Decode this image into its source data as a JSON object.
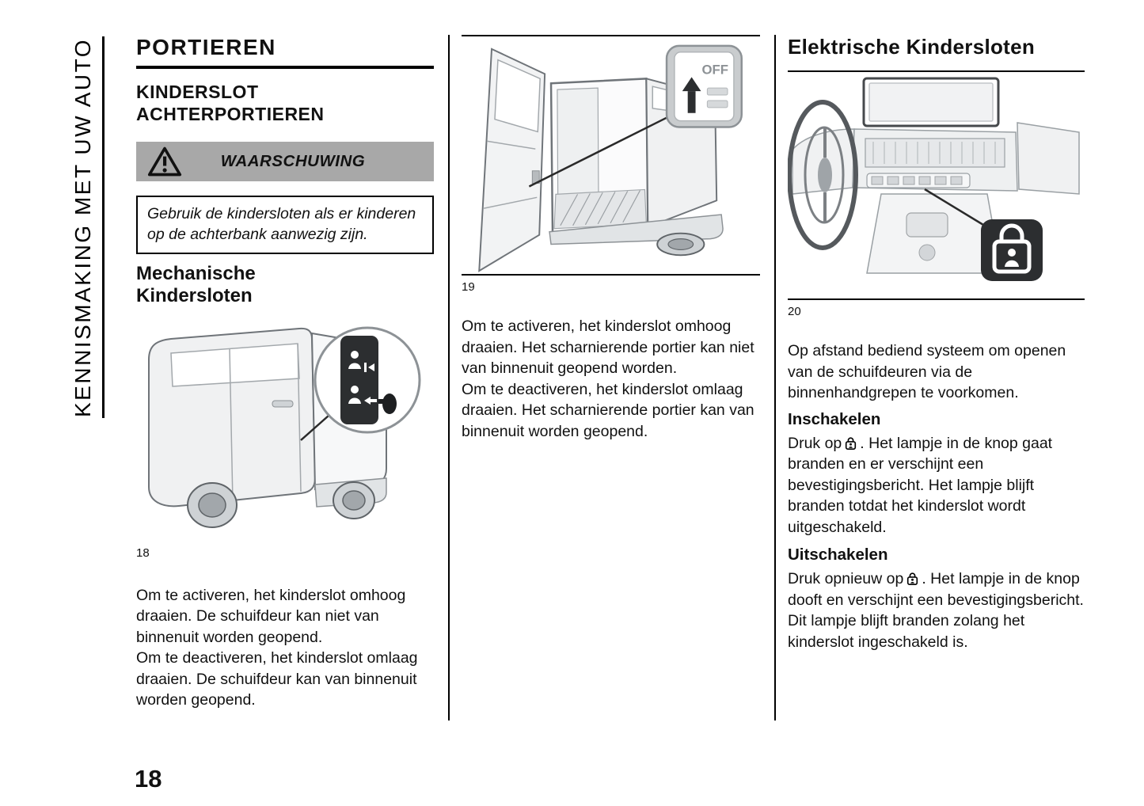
{
  "page": {
    "number": "18",
    "sidebar_label": "KENNISMAKING MET UW AUTO"
  },
  "icons": {
    "warning": "warning-triangle-icon",
    "child_lock_button": "child-lock-button-icon"
  },
  "doors": {
    "title": "PORTIEREN",
    "subtitle": "KINDERSLOT\nACHTERPORTIEREN",
    "warning": {
      "label": "WAARSCHUWING",
      "note": "Gebruik de kindersloten als er kinderen op de achterbank aanwezig zijn."
    },
    "mechanical": {
      "heading": "Mechanische\nKindersloten",
      "figure_number": "18",
      "body": "Om te activeren, het kinderslot omhoog draaien. De schuifdeur kan niet van binnenuit worden geopend.\nOm te deactiveren, het kinderslot omlaag draaien. De schuifdeur kan van binnenuit worden geopend."
    },
    "hinged": {
      "figure_number": "19",
      "figure_off_label": "OFF",
      "body": "Om te activeren, het kinderslot omhoog draaien. Het scharnierende portier kan niet van binnenuit geopend worden.\nOm te deactiveren, het kinderslot omlaag draaien. Het scharnierende portier kan van binnenuit worden geopend."
    },
    "electric": {
      "heading": "Elektrische Kindersloten",
      "figure_number": "20",
      "intro": "Op afstand bediend systeem om openen van de schuifdeuren via de binnenhandgrepen te voorkomen.",
      "enable_heading": "Inschakelen",
      "enable_before_icon": "Druk op",
      "enable_after_icon": ". Het lampje in de knop gaat branden en er verschijnt een bevestigingsbericht. Het lampje blijft branden totdat het kinderslot wordt uitgeschakeld.",
      "disable_heading": "Uitschakelen",
      "disable_before_icon": "Druk opnieuw op",
      "disable_after_icon": ". Het lampje in de knop dooft en verschijnt een bevestigingsbericht. Dit lampje blijft branden zolang het kinderslot ingeschakeld is."
    }
  }
}
